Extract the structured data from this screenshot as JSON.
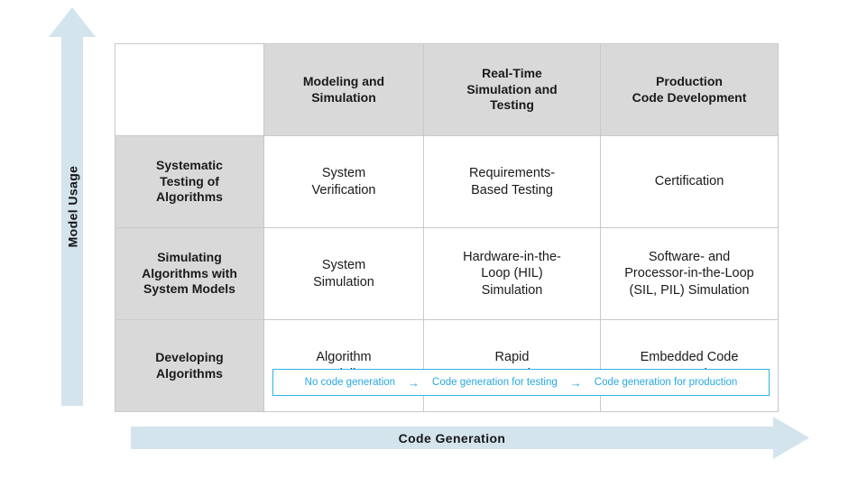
{
  "axes": {
    "y_label": "Model Usage",
    "x_label": "Code Generation",
    "arrow_color": "#d3e4ed"
  },
  "matrix": {
    "corner_label": "",
    "column_headers": [
      "Modeling and\nSimulation",
      "Real-Time\nSimulation and\nTesting",
      "Production\nCode Development"
    ],
    "column_headers_lines": {
      "c1": [
        "Modeling and",
        "Simulation"
      ],
      "c2": [
        "Real-Time",
        "Simulation and",
        "Testing"
      ],
      "c3": [
        "Production",
        "Code Development"
      ]
    },
    "rows": [
      {
        "header_lines": [
          "Systematic",
          "Testing of",
          "Algorithms"
        ],
        "cells_lines": [
          [
            "System",
            "Verification"
          ],
          [
            "Requirements-",
            "Based Testing"
          ],
          [
            "Certification"
          ]
        ]
      },
      {
        "header_lines": [
          "Simulating",
          "Algorithms with",
          "System Models"
        ],
        "cells_lines": [
          [
            "System",
            "Simulation"
          ],
          [
            "Hardware-in-the-",
            "Loop (HIL)",
            "Simulation"
          ],
          [
            "Software- and",
            "Processor-in-the-Loop",
            "(SIL, PIL) Simulation"
          ]
        ]
      },
      {
        "header_lines": [
          "Developing",
          "Algorithms"
        ],
        "cells_lines": [
          [
            "Algorithm",
            "Modeling"
          ],
          [
            "Rapid",
            "Prototyping"
          ],
          [
            "Embedded Code",
            "Generation"
          ]
        ]
      }
    ],
    "header_bg": "#d9d9d9",
    "cell_bg": "#ffffff",
    "border_color": "#c9c9c9"
  },
  "callout": {
    "border_color": "#2bb3e8",
    "text_color": "#29a8e0",
    "step1": "No code generation",
    "arrow1": "→",
    "step2": "Code generation for testing",
    "arrow2": "→",
    "step3": "Code generation for production"
  }
}
